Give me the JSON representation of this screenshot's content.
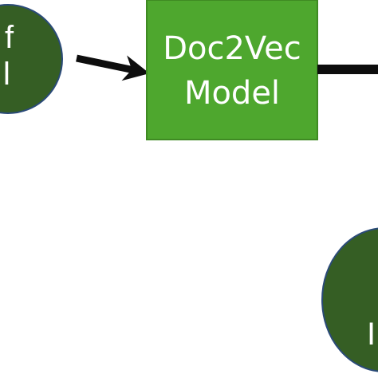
{
  "nodes": {
    "input_ellipse": {
      "lines": [
        "f",
        "l"
      ]
    },
    "model_box": {
      "lines": [
        "Doc2Vec",
        "Model"
      ]
    },
    "output_ellipse": {
      "lines": [
        "I"
      ]
    }
  },
  "colors": {
    "ellipse_fill": "#355e24",
    "ellipse_stroke": "#2a4a78",
    "box_fill": "#4ea72e",
    "box_stroke": "#3f8a23",
    "arrow": "#0d0d0d"
  }
}
